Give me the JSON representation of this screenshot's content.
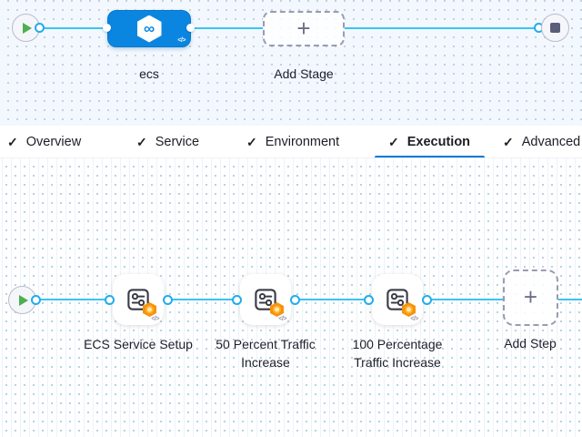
{
  "icons": {
    "check": "✓",
    "plus": "+",
    "code": "</>",
    "infinity": "∞"
  },
  "colors": {
    "stage_node_blue": "#0b86e0",
    "connector_blue": "#3cc3f3",
    "port_ring_blue": "#21aced",
    "tab_underline_blue": "#0278d5",
    "play_green": "#4caf50",
    "stop_slate": "#5b5d79",
    "badge_orange": "#f7930a",
    "canvas_top_bg": "#f2f8fd",
    "text_dark": "#1e1e2c"
  },
  "stage_canvas": {
    "stage_label": "ecs",
    "add_stage_label": "Add Stage"
  },
  "tabs": [
    {
      "label": "Overview",
      "checked": true,
      "active": false
    },
    {
      "label": "Service",
      "checked": true,
      "active": false
    },
    {
      "label": "Environment",
      "checked": true,
      "active": false
    },
    {
      "label": "Execution",
      "checked": true,
      "active": true
    },
    {
      "label": "Advanced",
      "checked": true,
      "active": false
    }
  ],
  "execution_canvas": {
    "steps": [
      {
        "label": "ECS Service Setup"
      },
      {
        "label": "50 Percent Traffic Increase"
      },
      {
        "label": "100 Percentage Traffic Increase"
      }
    ],
    "add_step_label": "Add Step"
  }
}
